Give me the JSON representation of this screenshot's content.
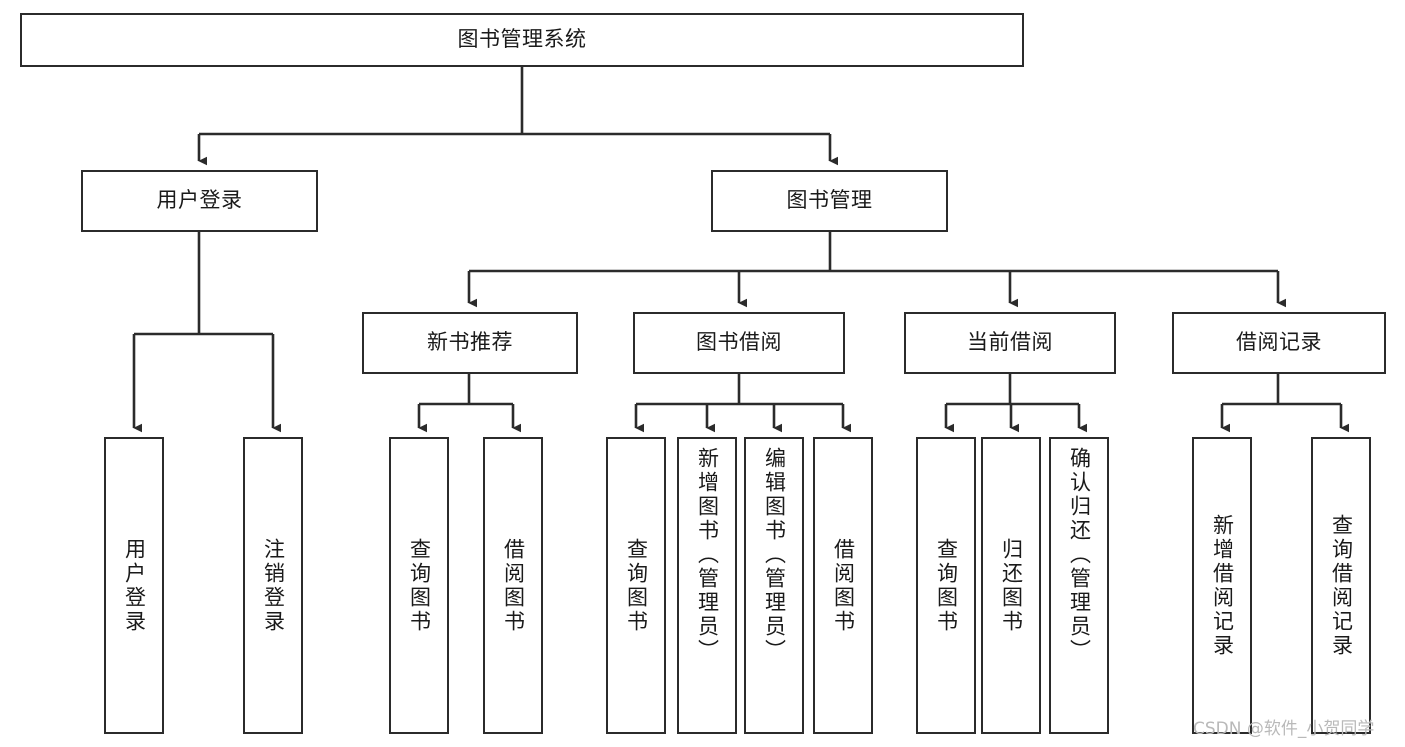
{
  "diagram": {
    "title": "图书管理系统",
    "type": "tree",
    "style": {
      "box_border_color": "#2b2b2b",
      "box_fill_color": "#ffffff",
      "line_color": "#2b2b2b",
      "text_color": "#1a1a1a",
      "background": "#ffffff",
      "watermark_color": "#b9b9b9"
    },
    "watermark": "CSDN @软件_小贺同学",
    "root": {
      "label": "图书管理系统"
    },
    "level2": [
      {
        "label": "用户登录"
      },
      {
        "label": "图书管理"
      }
    ],
    "level3": [
      {
        "label": "新书推荐"
      },
      {
        "label": "图书借阅"
      },
      {
        "label": "当前借阅"
      },
      {
        "label": "借阅记录"
      }
    ],
    "leaves": {
      "user_login": [
        {
          "label": "用户登录"
        },
        {
          "label": "注销登录"
        }
      ],
      "new_book_recommend": [
        {
          "label": "查询图书"
        },
        {
          "label": "借阅图书"
        }
      ],
      "book_borrow": [
        {
          "label": "查询图书"
        },
        {
          "label": "新增图书（管理员）"
        },
        {
          "label": "编辑图书（管理员）"
        },
        {
          "label": "借阅图书"
        }
      ],
      "current_borrow": [
        {
          "label": "查询图书"
        },
        {
          "label": "归还图书"
        },
        {
          "label": "确认归还（管理员）"
        }
      ],
      "borrow_record": [
        {
          "label": "新增借阅记录"
        },
        {
          "label": "查询借阅记录"
        }
      ]
    }
  }
}
